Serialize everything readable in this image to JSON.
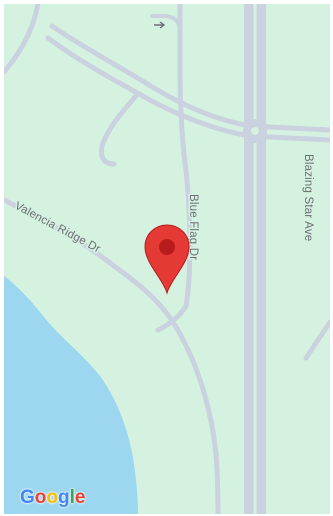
{
  "map": {
    "roads": {
      "valencia_ridge": "Valencia Ridge Dr",
      "blue_flag": "Blue Flag Dr",
      "blazing_star": "Blazing Star Ave"
    },
    "marker": {
      "icon": "location-pin-icon",
      "color": "#e53935"
    },
    "colors": {
      "land": "#d5f2e0",
      "water": "#9cd7ef",
      "road": "#c9d2de",
      "road_edge": "#b9c3d0",
      "label": "#6b6f75"
    },
    "logo": {
      "letters": [
        "G",
        "o",
        "o",
        "g",
        "l",
        "e"
      ],
      "colors": [
        "#4285f4",
        "#ea4335",
        "#fbbc05",
        "#4285f4",
        "#34a853",
        "#ea4335"
      ]
    }
  }
}
